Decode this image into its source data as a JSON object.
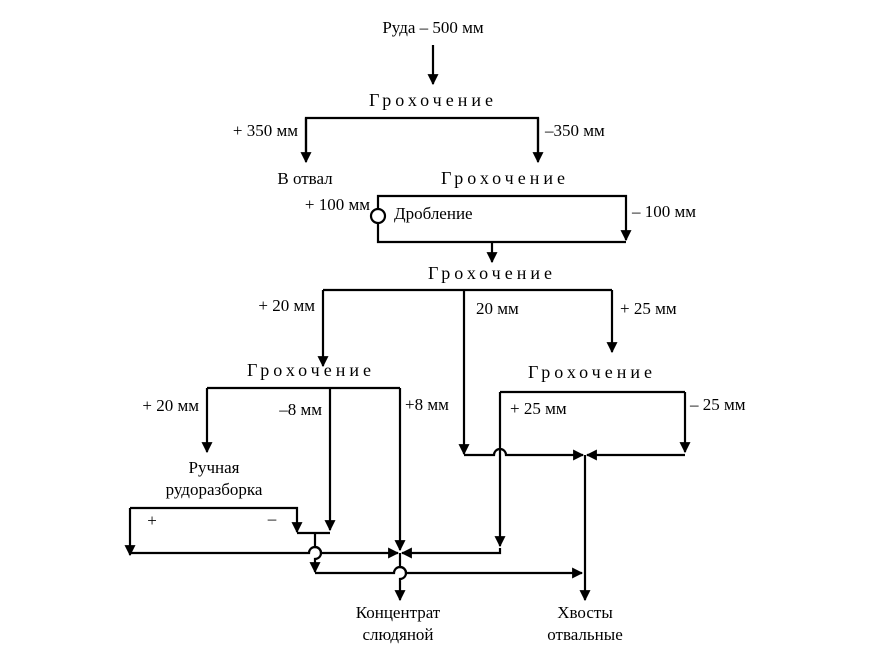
{
  "input": "Руда – 500 мм",
  "screening_label": "Грохочение",
  "stage1": {
    "oversize": "+ 350 мм",
    "undersize": "–350 мм",
    "oversize_dest": "В отвал"
  },
  "stage2": {
    "oversize": "+ 100 мм",
    "undersize": "– 100 мм",
    "crushing": "Дробление"
  },
  "stage3": {
    "left": "+ 20 мм",
    "middle": "20 мм",
    "right": "+ 25 мм"
  },
  "stage4_left": {
    "oversize": "+ 20 мм",
    "minus": "–8 мм",
    "plus": "+8 мм"
  },
  "stage4_right": {
    "oversize": "+ 25 мм",
    "undersize": "– 25 мм"
  },
  "sorting": {
    "line1": "Ручная",
    "line2": "рудоразборка",
    "plus": "+",
    "minus": "–"
  },
  "outputs": {
    "concentrate": {
      "line1": "Концентрат",
      "line2": "слюдяной"
    },
    "tailings": {
      "line1": "Хвосты",
      "line2": "отвальные"
    }
  }
}
